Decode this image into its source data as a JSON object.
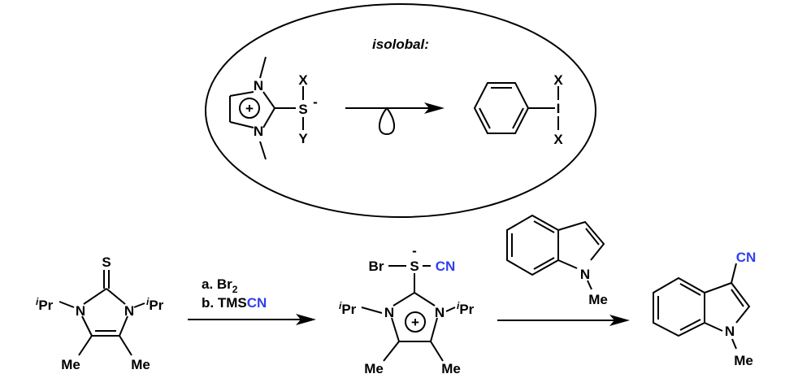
{
  "isolobal_box": {
    "title": "isolobal:",
    "left": {
      "n_top": "N",
      "n_bottom": "N",
      "charge_plus": "+",
      "sulfur": "S",
      "charge_minus": "-",
      "x": "X",
      "y": "Y"
    },
    "right": {
      "iodine": "I",
      "x_top": "X",
      "x_bottom": "X"
    }
  },
  "scheme": {
    "start": {
      "s": "S",
      "n1": "N",
      "n3": "N",
      "ipr_left_sup": "i",
      "ipr_left": "Pr",
      "ipr_right_sup": "i",
      "ipr_right": "Pr",
      "me_left": "Me",
      "me_right": "Me"
    },
    "conditions": {
      "a_prefix": "a. Br",
      "a_sub": "2",
      "b_prefix": "b. TMS",
      "b_cn": "CN"
    },
    "intermediate": {
      "br": "Br",
      "s": "S",
      "minus": "-",
      "cn": "CN",
      "n1": "N",
      "n3": "N",
      "plus": "+",
      "ipr_left_sup": "i",
      "ipr_left": "Pr",
      "ipr_right_sup": "i",
      "ipr_right": "Pr",
      "me_left": "Me",
      "me_right": "Me"
    },
    "reagent": {
      "n": "N",
      "me": "Me"
    },
    "product": {
      "cn": "CN",
      "n": "N",
      "me": "Me"
    }
  },
  "colors": {
    "highlight": "#2f3ff0"
  }
}
